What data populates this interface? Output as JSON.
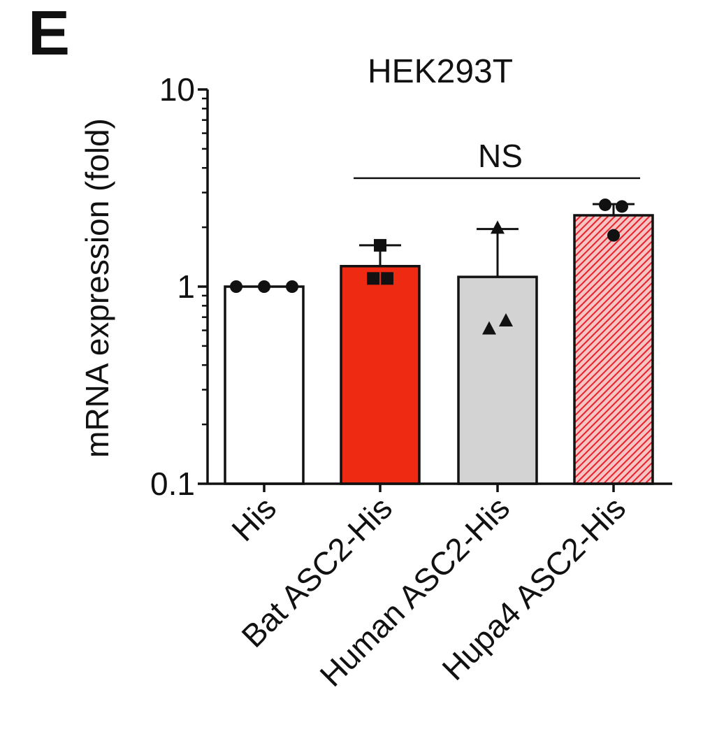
{
  "panel_letter": "E",
  "chart_data": {
    "type": "bar",
    "title": "HEK293T",
    "xlabel": "",
    "ylabel": "mRNA expression (fold)",
    "yscale": "log",
    "ylim": [
      0.1,
      10
    ],
    "yticks": [
      0.1,
      1,
      10
    ],
    "ytick_labels": [
      "0.1",
      "1",
      "10"
    ],
    "grid": false,
    "categories": [
      "His",
      "Bat ASC2-His",
      "Human ASC2-His",
      "Hupa4 ASC2-His"
    ],
    "values": [
      1.0,
      1.27,
      1.12,
      2.3
    ],
    "error_upper": [
      1.0,
      1.62,
      1.96,
      2.62
    ],
    "colors": [
      "#ffffff",
      "#ee2a12",
      "#d3d3d3",
      "#f0a0a0"
    ],
    "hatched": [
      false,
      false,
      false,
      true
    ],
    "marker_shapes": [
      "circle",
      "square",
      "triangle",
      "circle"
    ],
    "points": [
      [
        1.0,
        1.0,
        1.0
      ],
      [
        1.62,
        1.1,
        1.1
      ],
      [
        1.98,
        0.61,
        0.67
      ],
      [
        2.6,
        2.55,
        1.82
      ]
    ],
    "annotation": {
      "text": "NS",
      "from_category": 1,
      "to_category": 3,
      "y": 3.55
    }
  }
}
